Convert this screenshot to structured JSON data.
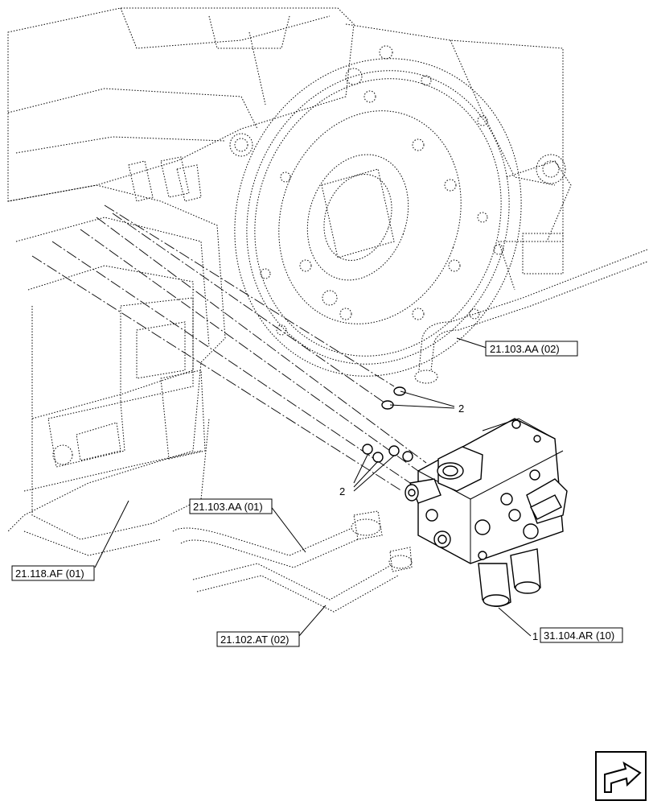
{
  "callouts": {
    "c1": "21.103.AA (02)",
    "c2": "21.103.AA (01)",
    "c3": "21.118.AF (01)",
    "c4": "21.102.AT (02)",
    "c5": "31.104.AR (10)"
  },
  "items": {
    "o_ring_upper": "2",
    "o_ring_lower": "2",
    "valve": "1"
  },
  "icons": {
    "nav": "next-page-arrow-icon"
  }
}
